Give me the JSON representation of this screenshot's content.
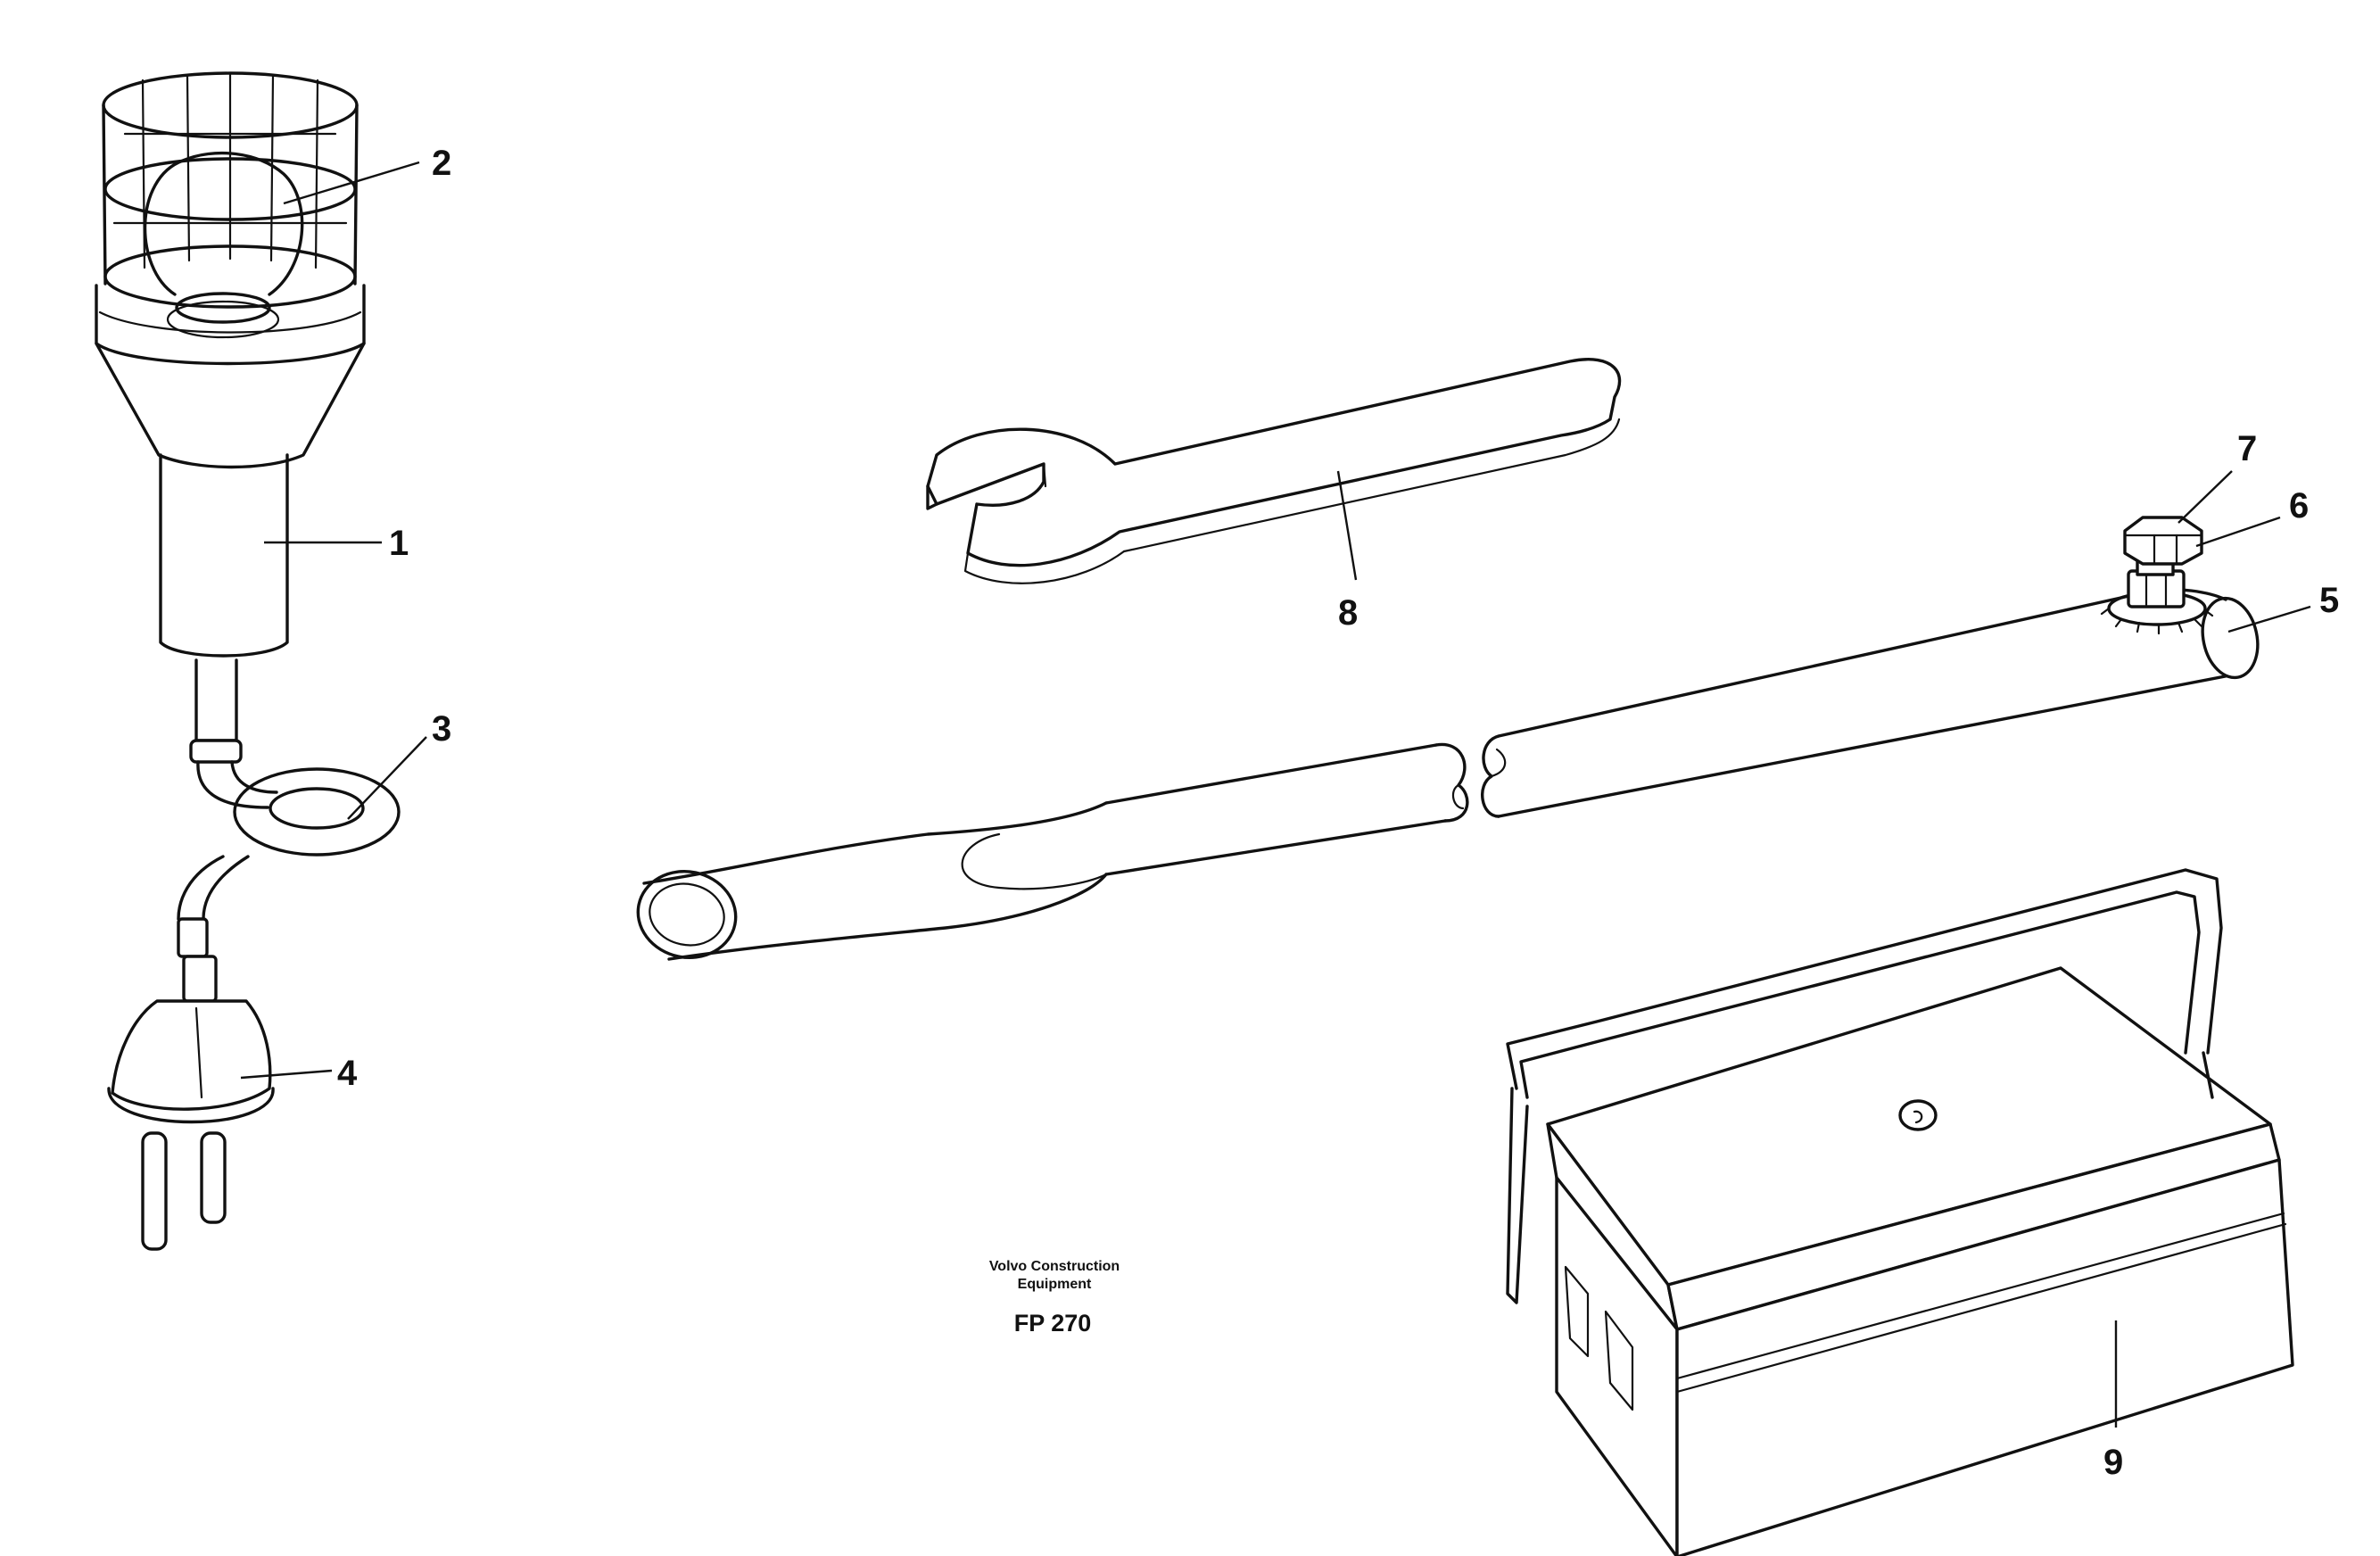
{
  "callouts": {
    "c1": "1",
    "c2": "2",
    "c3": "3",
    "c4": "4",
    "c5": "5",
    "c6": "6",
    "c7": "7",
    "c8": "8",
    "c9": "9"
  },
  "footer": {
    "brand_line1": "Volvo Construction",
    "brand_line2": "Equipment",
    "figure_code": "FP 270"
  },
  "colors": {
    "ink": "#111111",
    "paper": "#ffffff"
  }
}
